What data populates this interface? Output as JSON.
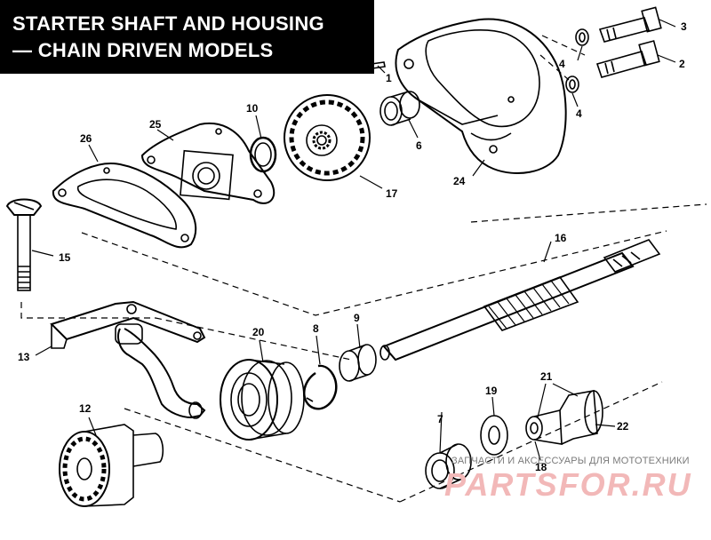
{
  "title": {
    "line1": "STARTER SHAFT AND HOUSING",
    "line2": "— CHAIN DRIVEN MODELS"
  },
  "callouts": {
    "c1": "1",
    "c2": "2",
    "c3": "3",
    "c4a": "4",
    "c4b": "4",
    "c6": "6",
    "c7": "7",
    "c8": "8",
    "c9": "9",
    "c10": "10",
    "c12": "12",
    "c13": "13",
    "c15": "15",
    "c16": "16",
    "c17": "17",
    "c18": "18",
    "c19": "19",
    "c20": "20",
    "c21": "21",
    "c22": "22",
    "c24": "24",
    "c25": "25",
    "c26": "26"
  },
  "watermark": {
    "tagline": "ЗАПЧАСТИ И АКСЕССУАРЫ ДЛЯ МОТОТЕХНИКИ",
    "logo": "PARTSFOR.RU"
  }
}
